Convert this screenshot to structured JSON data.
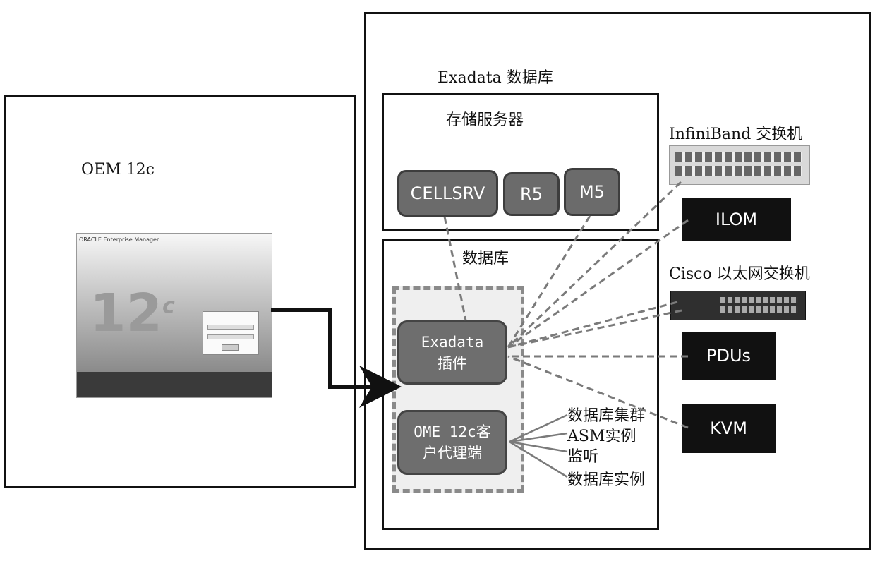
{
  "oem": {
    "label": "OEM 12c"
  },
  "screenshot": {
    "brand": "ORACLE",
    "version_mark": "12",
    "superscript": "c"
  },
  "exadata": {
    "title": "Exadata 数据库",
    "storage": {
      "title": "存储服务器",
      "components": [
        "CELLSRV",
        "R5",
        "M5"
      ]
    },
    "database": {
      "title": "数据库",
      "plugin_line1": "Exadata",
      "plugin_line2": "插件",
      "agent_line1": "OME 12c客",
      "agent_line2": "户代理端",
      "targets": [
        "数据库集群",
        "ASM实例",
        "监听",
        "数据库实例"
      ]
    }
  },
  "external": {
    "infiniband": "InfiniBand 交换机",
    "ilom": "ILOM",
    "cisco": "Cisco 以太网交换机",
    "pdus": "PDUs",
    "kvm": "KVM"
  }
}
